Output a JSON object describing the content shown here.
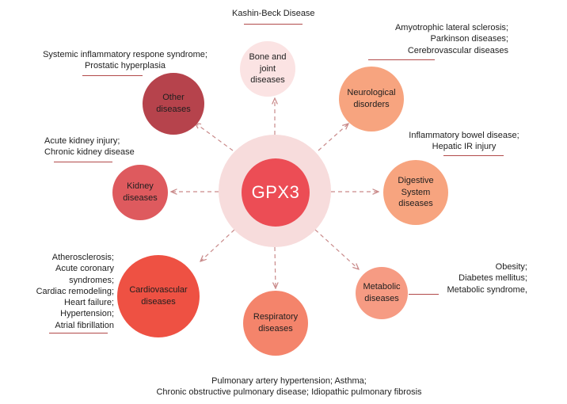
{
  "center": {
    "label": "GPX3"
  },
  "diseases": {
    "bone": {
      "name": "Bone and\njoint\ndiseases",
      "examples": "Kashin-Beck Disease"
    },
    "neuro": {
      "name": "Neurological\ndisorders",
      "examples": "Amyotrophic lateral sclerosis;\nParkinson diseases;\nCerebrovascular diseases"
    },
    "digestive": {
      "name": "Digestive\nSystem\ndiseases",
      "examples": "Inflammatory bowel disease;\nHepatic IR injury"
    },
    "metabolic": {
      "name": "Metabolic\ndiseases",
      "examples": "Obesity;\nDiabetes mellitus;\nMetabolic syndrome,"
    },
    "respiratory": {
      "name": "Respiratory\ndiseases",
      "examples": "Pulmonary artery hypertension; Asthma;\nChronic obstructive pulmonary disease;  Idiopathic pulmonary fibrosis"
    },
    "cardio": {
      "name": "Cardiovascular\ndiseases",
      "examples": "Atherosclerosis;\nAcute coronary\nsyndromes;\nCardiac remodeling;\nHeart failure;\nHypertension;\nAtrial fibrillation"
    },
    "kidney": {
      "name": "Kidney\ndiseases",
      "examples": "Acute kidney injury;\nChronic kidney disease"
    },
    "other": {
      "name": "Other\ndiseases",
      "examples": "Systemic inflammatory respone syndrome;\nProstatic hyperplasia"
    }
  },
  "colors": {
    "halo": "#f7dcdc",
    "core": "#ec4d55",
    "connector": "#c98a8a",
    "underline": "#b24a4a",
    "bone": "#fbe3e3",
    "neuro": "#f7a47f",
    "digestive": "#f7a47f",
    "metabolic": "#f69b83",
    "respiratory": "#f4846b",
    "cardio": "#ee5143",
    "kidney": "#de5a5e",
    "other": "#b6434c"
  }
}
